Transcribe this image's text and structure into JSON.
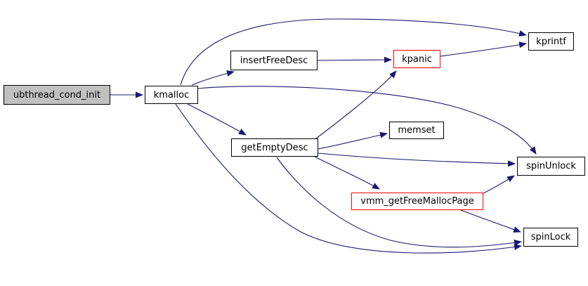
{
  "diagram": {
    "type": "call-graph",
    "background": "#ffffff"
  },
  "colors": {
    "edge": "#191970",
    "node_border": "#000000",
    "node_fill": "#ffffff",
    "focus_node_fill": "#c0c0c0",
    "truncated_node_border": "#ff0000",
    "text": "#000000"
  },
  "nodes": {
    "ubthread_cond_init": {
      "label": "ubthread_cond_init",
      "role": "focus"
    },
    "kmalloc": {
      "label": "kmalloc",
      "role": "normal"
    },
    "insertFreeDesc": {
      "label": "insertFreeDesc",
      "role": "normal"
    },
    "kpanic": {
      "label": "kpanic",
      "role": "truncated"
    },
    "kprintf": {
      "label": "kprintf",
      "role": "normal"
    },
    "getEmptyDesc": {
      "label": "getEmptyDesc",
      "role": "normal"
    },
    "memset": {
      "label": "memset",
      "role": "normal"
    },
    "vmm_getFreeMallocPage": {
      "label": "vmm_getFreeMallocPage",
      "role": "truncated"
    },
    "spinUnlock": {
      "label": "spinUnlock",
      "role": "normal"
    },
    "spinLock": {
      "label": "spinLock",
      "role": "normal"
    }
  },
  "edges": [
    {
      "from": "ubthread_cond_init",
      "to": "kmalloc"
    },
    {
      "from": "kmalloc",
      "to": "insertFreeDesc"
    },
    {
      "from": "kmalloc",
      "to": "kprintf"
    },
    {
      "from": "kmalloc",
      "to": "spinUnlock"
    },
    {
      "from": "kmalloc",
      "to": "getEmptyDesc"
    },
    {
      "from": "kmalloc",
      "to": "spinLock"
    },
    {
      "from": "insertFreeDesc",
      "to": "kpanic"
    },
    {
      "from": "kpanic",
      "to": "kprintf"
    },
    {
      "from": "getEmptyDesc",
      "to": "kpanic"
    },
    {
      "from": "getEmptyDesc",
      "to": "memset"
    },
    {
      "from": "getEmptyDesc",
      "to": "spinUnlock"
    },
    {
      "from": "getEmptyDesc",
      "to": "vmm_getFreeMallocPage"
    },
    {
      "from": "getEmptyDesc",
      "to": "spinLock"
    },
    {
      "from": "vmm_getFreeMallocPage",
      "to": "spinUnlock"
    },
    {
      "from": "vmm_getFreeMallocPage",
      "to": "spinLock"
    }
  ]
}
